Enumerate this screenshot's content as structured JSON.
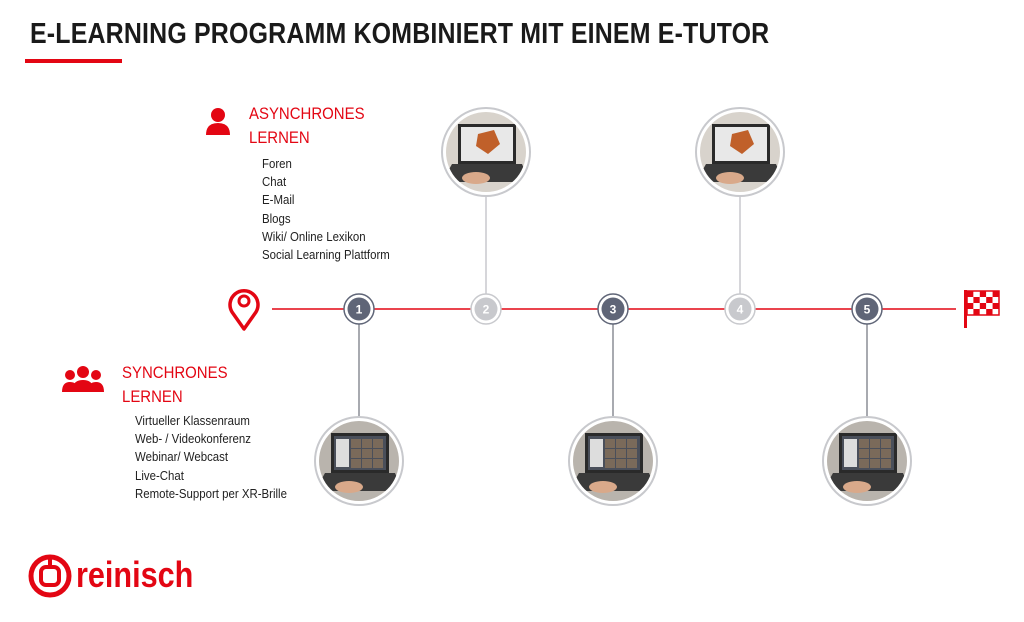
{
  "title": "E-LEARNING PROGRAMM KOMBINIERT MIT EINEM E-TUTOR",
  "async": {
    "heading_line1": "ASYNCHRONES",
    "heading_line2": "LERNEN",
    "icon": "person-icon",
    "items": [
      "Foren",
      "Chat",
      "E-Mail",
      "Blogs",
      "Wiki/ Online Lexikon",
      "Social Learning Plattform"
    ]
  },
  "sync": {
    "heading_line1": "SYNCHRONES",
    "heading_line2": "LERNEN",
    "icon": "group-icon",
    "items": [
      "Virtueller Klassenraum",
      "Web- / Videokonferenz",
      "Webinar/ Webcast",
      "Live-Chat",
      "Remote-Support per XR-Brille"
    ]
  },
  "timeline": {
    "steps": [
      {
        "label": "1",
        "type": "sync"
      },
      {
        "label": "2",
        "type": "async"
      },
      {
        "label": "3",
        "type": "sync"
      },
      {
        "label": "4",
        "type": "async"
      },
      {
        "label": "5",
        "type": "sync"
      }
    ],
    "start_icon": "location-pin-icon",
    "end_icon": "finish-flag-icon"
  },
  "colors": {
    "accent": "#e30613",
    "sync_node": "#5f6577",
    "async_node": "#c8c9cd"
  },
  "logo": {
    "text": "reinisch"
  }
}
